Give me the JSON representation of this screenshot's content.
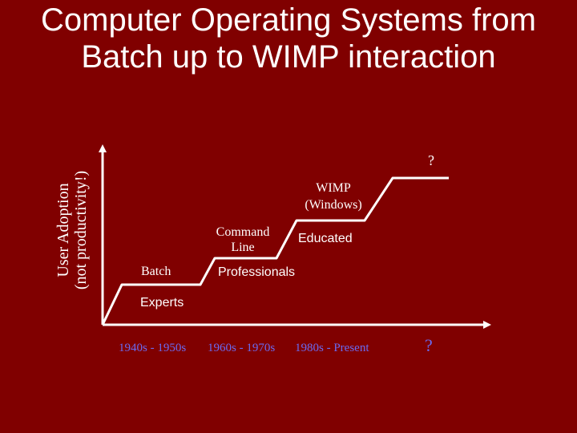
{
  "title": {
    "line1": "Computer Operating Systems from",
    "line2": "Batch up to WIMP interaction"
  },
  "y_axis": {
    "line1": "User Adoption",
    "line2": "(not productivity!)"
  },
  "stages": {
    "batch": "Batch",
    "command_line_1": "Command",
    "command_line_2": "Line",
    "wimp_1": "WIMP",
    "wimp_2": "(Windows)",
    "future": "?"
  },
  "audiences": {
    "experts": "Experts",
    "professionals": "Professionals",
    "educated": "Educated"
  },
  "eras": [
    "1940s - 1950s",
    "1960s - 1970s",
    "1980s - Present"
  ],
  "future_era": "?",
  "colors": {
    "background": "#800000",
    "foreground": "#ffffff",
    "era_text": "#6a6af0"
  }
}
